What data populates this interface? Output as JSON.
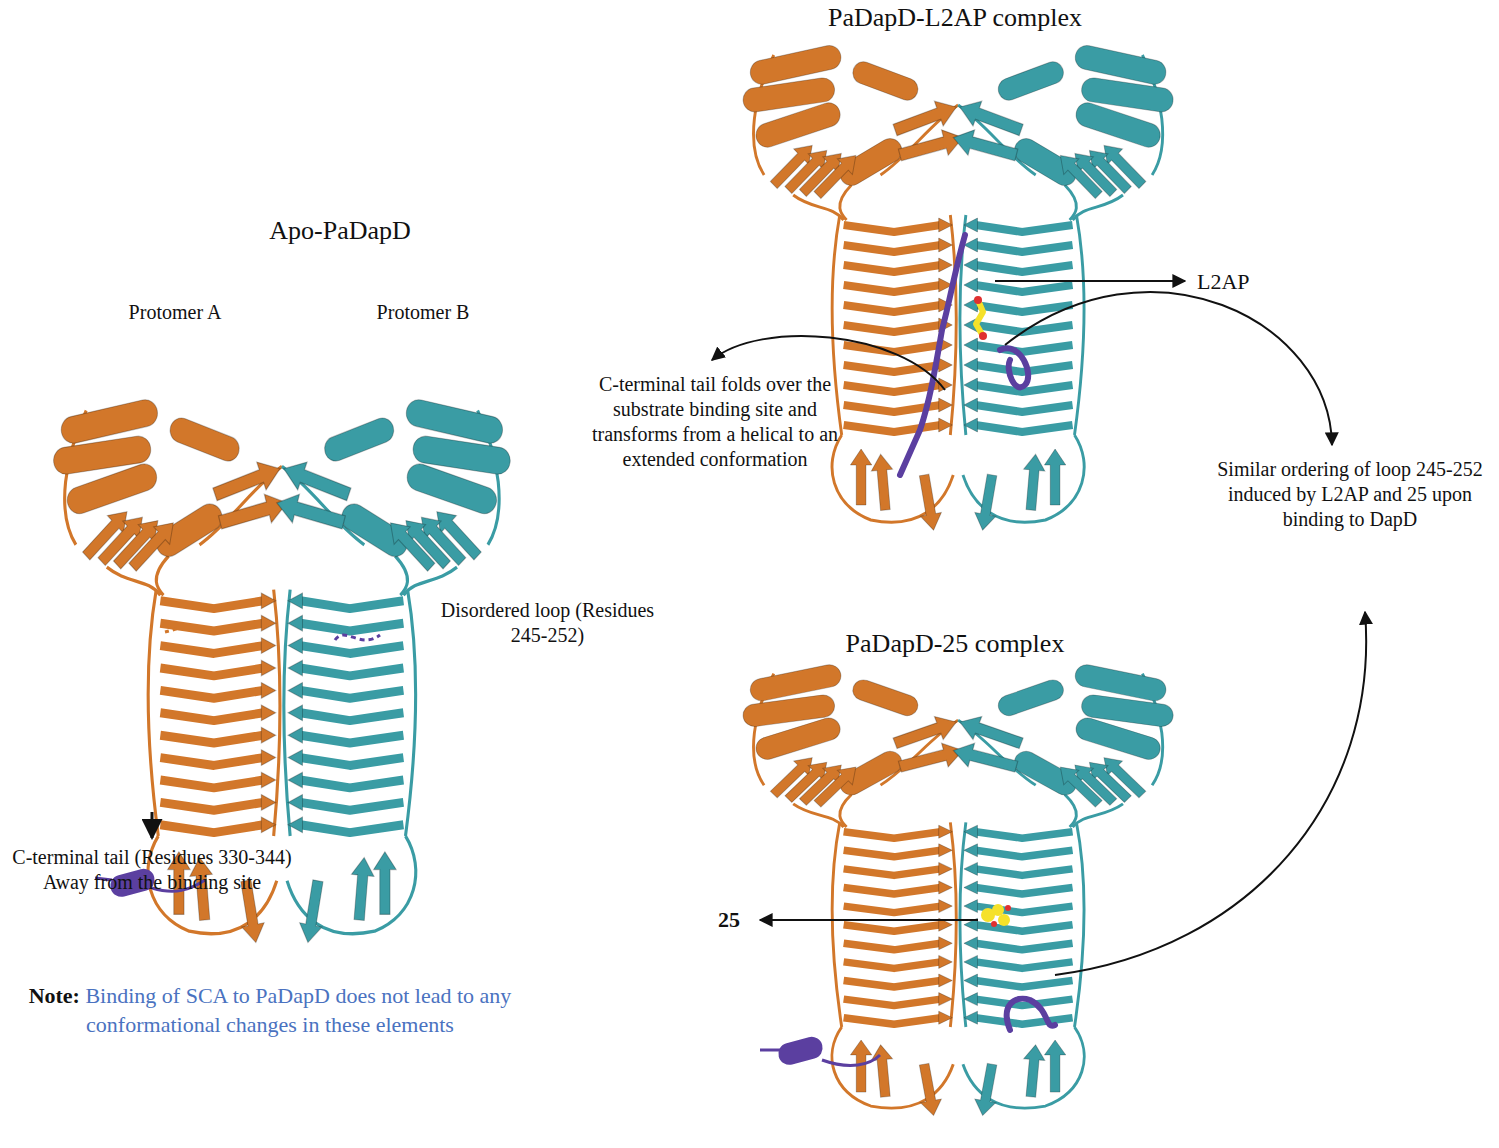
{
  "diagram": {
    "labels": [
      "Apo-PaDapD",
      "Protomer A",
      "Protomer B",
      "Disordered loop (Residues 245-252)",
      "C-terminal tail (Residues 330-344) Away from the binding site",
      "Note:",
      "Binding of SCA to PaDapD does not lead to any conformational changes in these elements",
      "PaDapD-L2AP complex",
      "L2AP",
      "C-terminal tail folds over the substrate binding site and transforms from a helical to an extended conformation",
      "Similar ordering of loop 245-252 induced by L2AP and 25 upon binding to DapD",
      "PaDapD-25 complex",
      "25"
    ]
  }
}
